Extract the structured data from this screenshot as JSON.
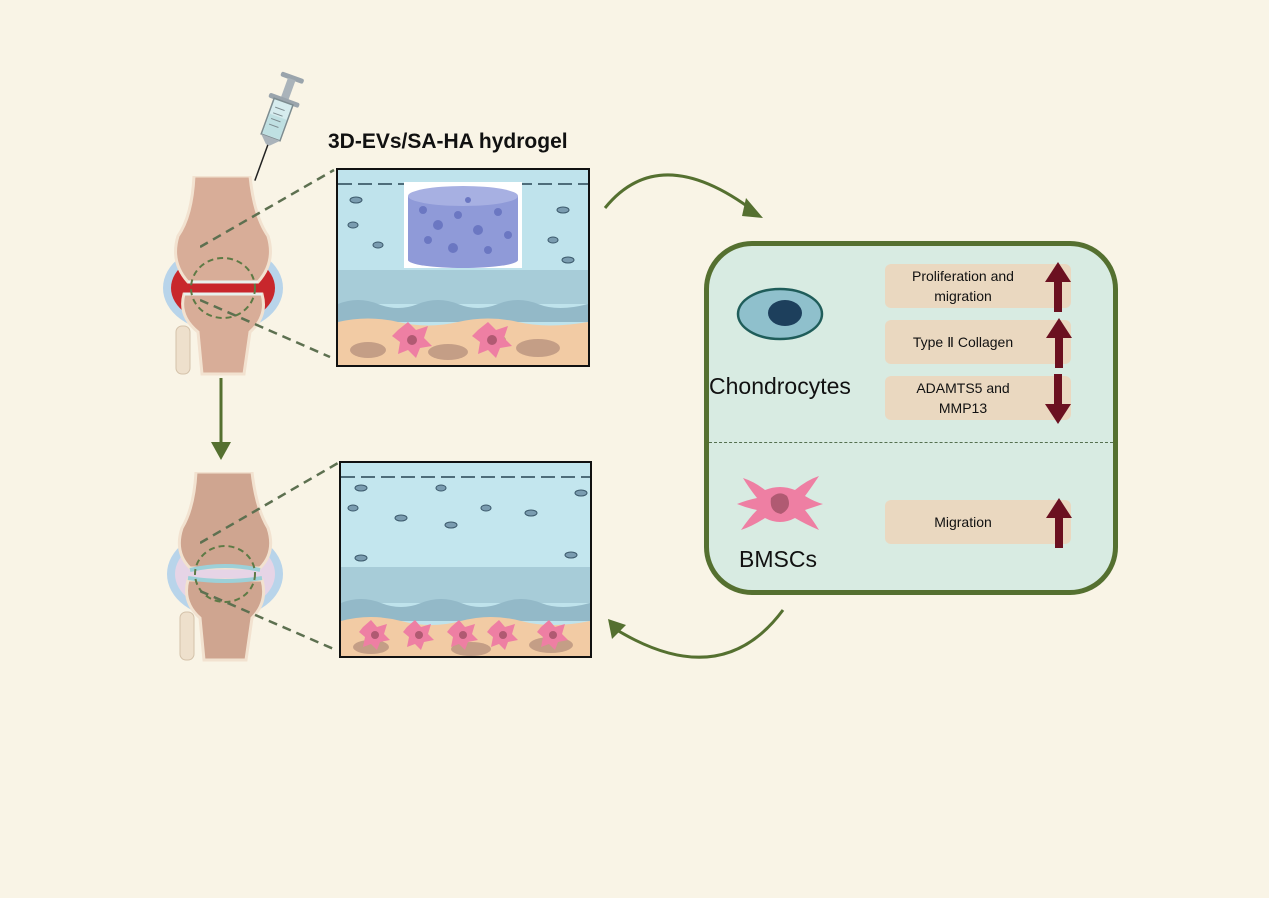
{
  "title": "3D-EVs/SA-HA hydrogel",
  "colors": {
    "background": "#f9f4e6",
    "arrow_green": "#557030",
    "effects_panel_bg": "#d8ebe2",
    "effect_box_bg": "#ead8c0",
    "up_down_arrow": "#6b1020",
    "cartilage_blue": "#bfe3ec",
    "bone_tan": "#e9c6a6",
    "bmsc_pink": "#ee7fa3"
  },
  "left_column": {
    "top_joint": {
      "state": "osteoarthritic knee joint (inflamed, red synovium)",
      "injection": "syringe"
    },
    "bottom_joint": {
      "state": "repaired knee joint"
    },
    "flow_arrow": "down"
  },
  "middle_column": {
    "top_panel": {
      "content": "cartilage section with implanted hydrogel scaffold",
      "bmsc_count": 2
    },
    "bottom_panel": {
      "content": "regenerated cartilage section",
      "bmsc_count": 5
    }
  },
  "effects_panel": {
    "chondrocytes": {
      "label": "Chondrocytes",
      "effects": [
        {
          "text_line1": "Proliferation and",
          "text_line2": "migration",
          "direction": "up"
        },
        {
          "text_line1": "Type  Ⅱ Collagen",
          "text_line2": "",
          "direction": "up"
        },
        {
          "text_line1": "ADAMTS5 and",
          "text_line2": "MMP13",
          "direction": "down"
        }
      ]
    },
    "bmscs": {
      "label": "BMSCs",
      "effects": [
        {
          "text_line1": "Migration",
          "text_line2": "",
          "direction": "up"
        }
      ]
    }
  }
}
